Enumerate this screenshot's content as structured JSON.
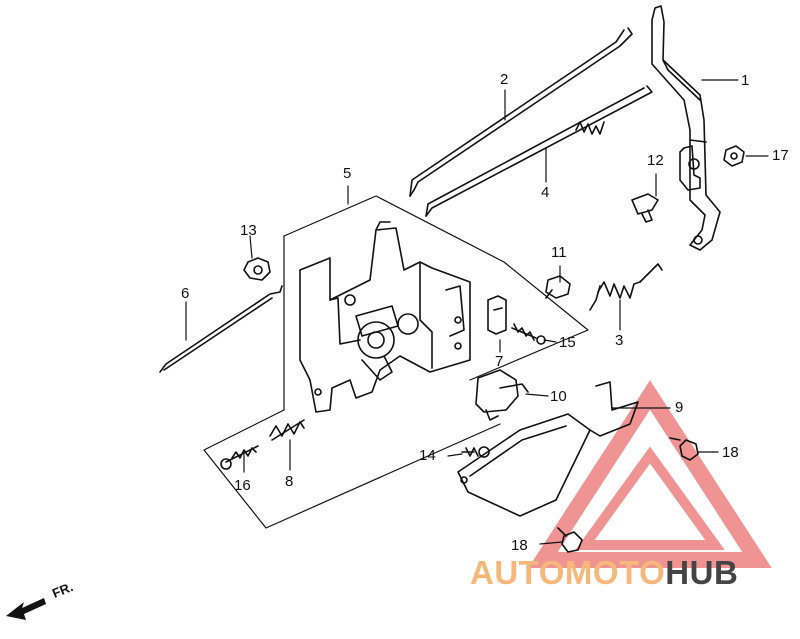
{
  "callouts": [
    {
      "id": "1",
      "text": "1"
    },
    {
      "id": "2",
      "text": "2"
    },
    {
      "id": "3",
      "text": "3"
    },
    {
      "id": "4",
      "text": "4"
    },
    {
      "id": "5",
      "text": "5"
    },
    {
      "id": "6",
      "text": "6"
    },
    {
      "id": "7",
      "text": "7"
    },
    {
      "id": "8",
      "text": "8"
    },
    {
      "id": "9",
      "text": "9"
    },
    {
      "id": "10",
      "text": "10"
    },
    {
      "id": "11",
      "text": "11"
    },
    {
      "id": "12",
      "text": "12"
    },
    {
      "id": "13",
      "text": "13"
    },
    {
      "id": "14",
      "text": "14"
    },
    {
      "id": "15",
      "text": "15"
    },
    {
      "id": "16",
      "text": "16"
    },
    {
      "id": "17",
      "text": "17"
    },
    {
      "id": "18a",
      "text": "18"
    },
    {
      "id": "18b",
      "text": "18"
    }
  ],
  "direction_label": "FR.",
  "watermark": {
    "part1": "AUTOMOTO",
    "part2": "HUB",
    "color1": "#f5b87a",
    "color2": "#444444",
    "triangle_color": "#e23b3b"
  }
}
